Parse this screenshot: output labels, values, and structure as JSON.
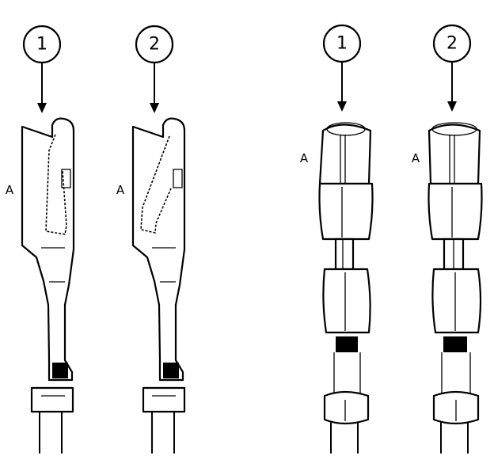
{
  "callouts": [
    {
      "id": "male-1",
      "number": "1"
    },
    {
      "id": "male-2",
      "number": "2"
    },
    {
      "id": "female-1",
      "number": "1"
    },
    {
      "id": "female-2",
      "number": "2"
    }
  ],
  "part_labels": [
    {
      "id": "male-1",
      "text": "A"
    },
    {
      "id": "male-2",
      "text": "A"
    },
    {
      "id": "female-1",
      "text": "A"
    },
    {
      "id": "female-2",
      "text": "A"
    }
  ],
  "colors": {
    "ink": "#000000",
    "paper": "#ffffff"
  }
}
